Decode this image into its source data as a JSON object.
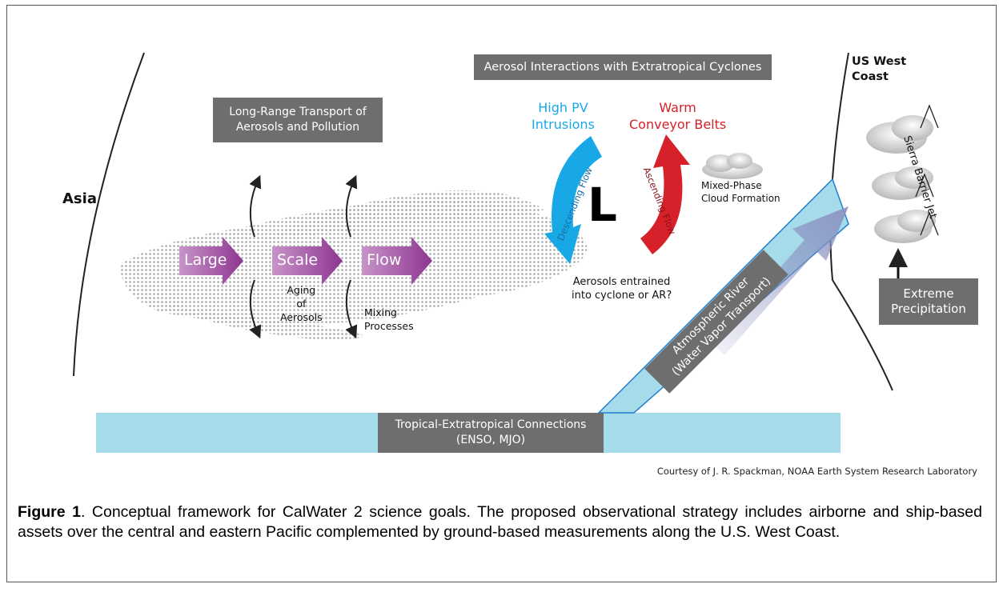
{
  "diagram": {
    "boxes": {
      "aerosol_interactions": "Aerosol Interactions with Extratropical Cyclones",
      "long_range_line1": "Long-Range Transport of",
      "long_range_line2": "Aerosols and Pollution",
      "extreme_line1": "Extreme",
      "extreme_line2": "Precipitation",
      "tropical_line1": "Tropical-Extratropical Connections",
      "tropical_line2": "(ENSO, MJO)"
    },
    "labels": {
      "asia": "Asia",
      "us_west_1": "US West",
      "us_west_2": "Coast",
      "flow_large": "Large",
      "flow_scale": "Scale",
      "flow_flow": "Flow",
      "aging_1": "Aging",
      "aging_2": "of",
      "aging_3": "Aerosols",
      "mixing_1": "Mixing",
      "mixing_2": "Processes",
      "high_pv_1": "High PV",
      "high_pv_2": "Intrusions",
      "warm_1": "Warm",
      "warm_2": "Conveyor Belts",
      "descending": "Descending Flow",
      "ascending": "Ascending Flow",
      "low": "L",
      "mixed_phase_1": "Mixed-Phase",
      "mixed_phase_2": "Cloud Formation",
      "entrained_1": "Aerosols entrained",
      "entrained_2": "into cyclone or AR?",
      "ar_1": "Atmospheric River",
      "ar_2": "(Water Vapor Transport)",
      "sierra": "Sierra Barrier Jet"
    },
    "colors": {
      "gray_box": "#6e6e6e",
      "light_blue": "#a6dcea",
      "blue_arrow": "#19a8e6",
      "red_arrow": "#d6202a",
      "purple": "#9b3f9c"
    }
  },
  "courtesy": "Courtesy of J. R. Spackman, NOAA Earth System Research Laboratory",
  "caption": {
    "label": "Figure 1",
    "text": ".  Conceptual framework for CalWater 2 science goals.  The proposed observational strategy includes airborne and ship-based assets over the central and eastern Pacific complemented by ground-based measurements along the U.S. West Coast."
  }
}
